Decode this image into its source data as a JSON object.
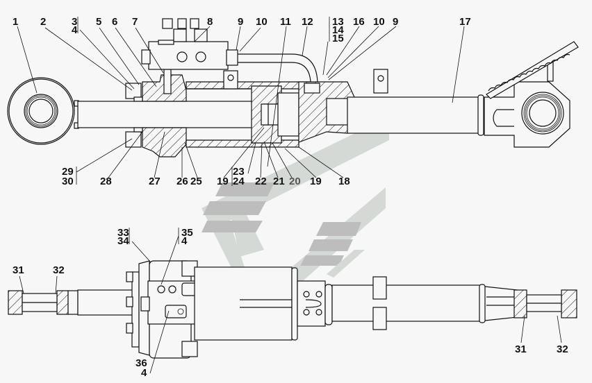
{
  "title": "Hydraulic cylinder assembly drawing",
  "views": {
    "section": {
      "description": "Longitudinal section view",
      "labels": [
        {
          "id": "1",
          "text": "1"
        },
        {
          "id": "2",
          "text": "2"
        },
        {
          "id": "3-4",
          "text": "3",
          "text2": "4"
        },
        {
          "id": "5",
          "text": "5"
        },
        {
          "id": "6",
          "text": "6"
        },
        {
          "id": "7",
          "text": "7"
        },
        {
          "id": "8",
          "text": "8"
        },
        {
          "id": "9a",
          "text": "9"
        },
        {
          "id": "10a",
          "text": "10"
        },
        {
          "id": "11",
          "text": "11"
        },
        {
          "id": "12",
          "text": "12"
        },
        {
          "id": "13-15",
          "text": "13",
          "text2": "14",
          "text3": "15"
        },
        {
          "id": "16",
          "text": "16"
        },
        {
          "id": "10b",
          "text": "10"
        },
        {
          "id": "9b",
          "text": "9"
        },
        {
          "id": "17",
          "text": "17"
        },
        {
          "id": "29-30",
          "text": "29",
          "text2": "30"
        },
        {
          "id": "28",
          "text": "28"
        },
        {
          "id": "27",
          "text": "27"
        },
        {
          "id": "26",
          "text": "26"
        },
        {
          "id": "25",
          "text": "25"
        },
        {
          "id": "19a",
          "text": "19"
        },
        {
          "id": "23-24",
          "text": "23",
          "text2": "24"
        },
        {
          "id": "22",
          "text": "22"
        },
        {
          "id": "21",
          "text": "21"
        },
        {
          "id": "20",
          "text": "20"
        },
        {
          "id": "19b",
          "text": "19"
        },
        {
          "id": "18",
          "text": "18"
        }
      ]
    },
    "top": {
      "description": "Top view",
      "labels": [
        {
          "id": "31a",
          "text": "31"
        },
        {
          "id": "32a",
          "text": "32"
        },
        {
          "id": "33-34",
          "text": "33",
          "text2": "34"
        },
        {
          "id": "35-4",
          "text": "35",
          "text2": "4"
        },
        {
          "id": "36-4",
          "text": "36",
          "text2": "4"
        },
        {
          "id": "31b",
          "text": "31"
        },
        {
          "id": "32b",
          "text": "32"
        }
      ]
    }
  },
  "watermark": {
    "name": "logo-watermark",
    "colors": {
      "light": "#d4d9d6",
      "dark": "#bdbdbd"
    }
  }
}
